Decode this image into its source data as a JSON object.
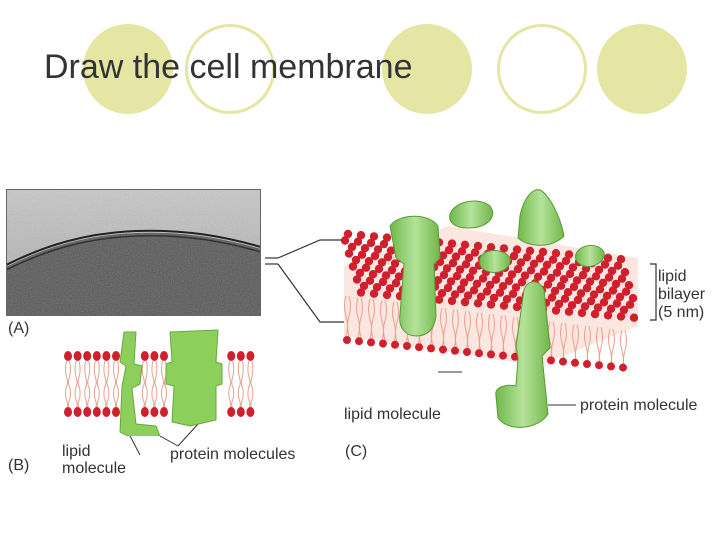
{
  "slide": {
    "title": "Draw the cell membrane"
  },
  "colors": {
    "accent_circle": "#e6e6a4",
    "lipid_head": "#d0202e",
    "lipid_tail": "#e8a090",
    "protein": "#8ccf5a"
  },
  "figure": {
    "panel_a_label": "(A)",
    "panel_b_label": "(B)",
    "panel_c_label": "(C)",
    "b_lipid_label_line1": "lipid",
    "b_lipid_label_line2": "molecule",
    "b_protein_label": "protein molecules",
    "c_lipid_label": "lipid molecule",
    "c_protein_label": "protein molecule",
    "bilayer_label_line1": "lipid",
    "bilayer_label_line2": "bilayer",
    "bilayer_label_line3": "(5 nm)"
  }
}
